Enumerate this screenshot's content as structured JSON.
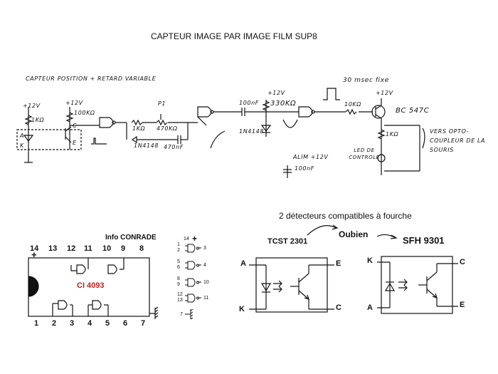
{
  "title": "CAPTEUR  IMAGE  PAR  IMAGE  FILM SUP8",
  "circuit": {
    "heading": "CAPTEUR POSITION + RETARD VARIABLE",
    "pulse_note": "30 msec fixe",
    "labels": {
      "v1": "+12V",
      "r1": "1KΩ",
      "a": "A",
      "k": "K",
      "v2": "+12V",
      "r2": "100KΩ",
      "c": "C",
      "e": "E",
      "p1": "P1",
      "r3": "1KΩ",
      "r4": "470KΩ",
      "d1": "1N4148",
      "cap1": "470nF",
      "cap2": "100nF",
      "v3": "+12V",
      "r5": "330KΩ",
      "d2": "1N4148",
      "r6": "10KΩ",
      "v4": "+12V",
      "transistor": "BC 547C",
      "r7": "1KΩ",
      "led": "LED DE CONTROLE",
      "alim": "ALIM +12V",
      "cap3": "100nF"
    },
    "output_note": "VERS OPTO-COUPLEUR DE LA SOURIS"
  },
  "ic": {
    "info": "Info CONRADE",
    "name": "CI  4093",
    "top_pins": [
      "14",
      "13",
      "12",
      "11",
      "10",
      "9",
      "8"
    ],
    "bottom_pins": [
      "1",
      "2",
      "3",
      "4",
      "5",
      "6",
      "7"
    ],
    "plus": "+"
  },
  "gates": {
    "supply_pin": "14",
    "items": [
      {
        "in1": "1",
        "in2": "2",
        "out": "3"
      },
      {
        "in1": "5",
        "in2": "6",
        "out": "4"
      },
      {
        "in1": "8",
        "in2": "9",
        "out": "10"
      },
      {
        "in1": "12",
        "in2": "13",
        "out": "11"
      }
    ],
    "ground_pin": "7"
  },
  "detectors": {
    "caption": "2 détecteurs  compatibles à fourche",
    "part1": "TCST 2301",
    "or": "Oubien",
    "part2": "SFH 9301",
    "d1": {
      "a": "A",
      "k": "K",
      "e": "E",
      "c": "C"
    },
    "d2": {
      "k": "K",
      "a": "A",
      "c": "C",
      "e": "E"
    }
  }
}
